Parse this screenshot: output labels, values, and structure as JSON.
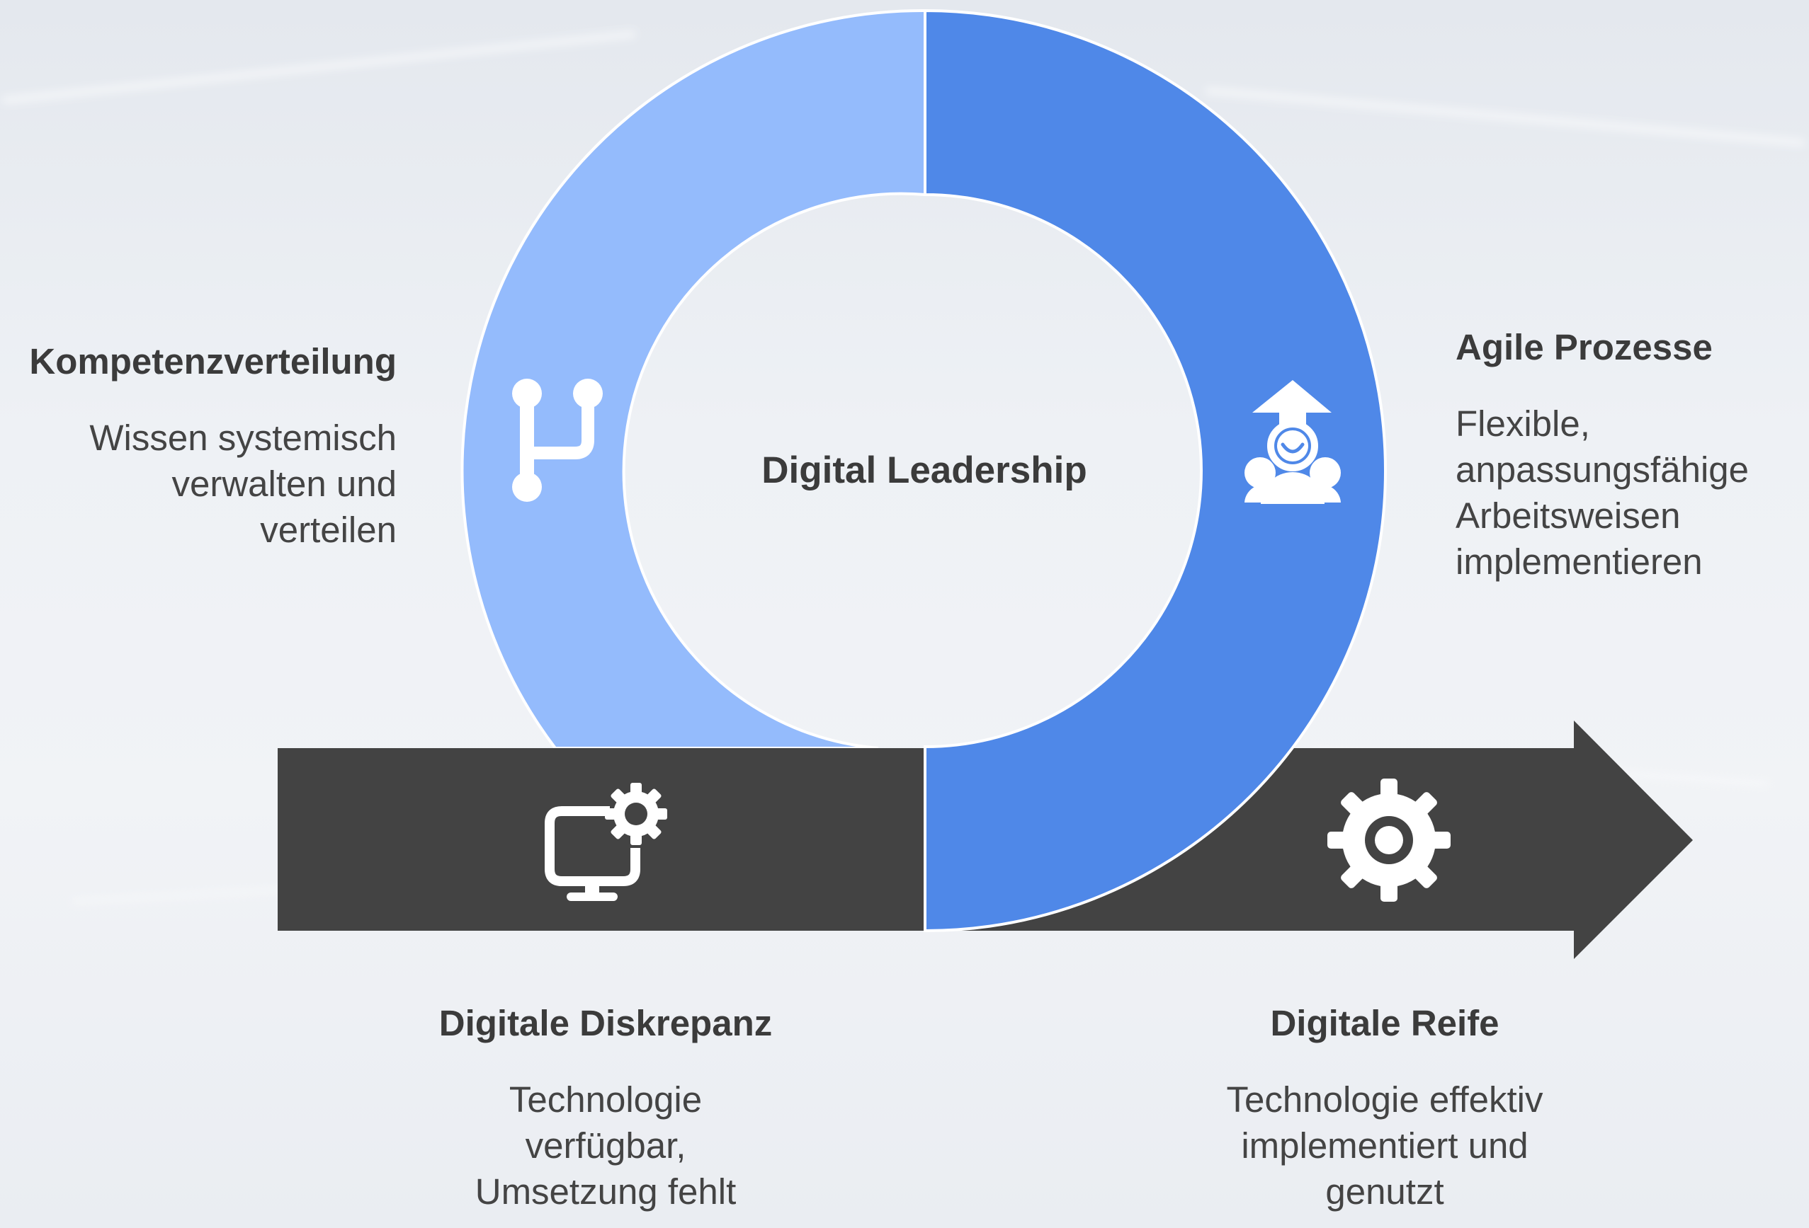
{
  "center": {
    "title": "Digital Leadership"
  },
  "segments": [
    {
      "title": "Kompetenzverteilung",
      "description": "Wissen systemisch\nverwalten und\nverteilen",
      "icon": "branch-icon",
      "color": "#94bbfc"
    },
    {
      "title": "Agile Prozesse",
      "description": "Flexible,\nanpassungsfähige\nArbeitsweisen\nimplementieren",
      "icon": "team-growth-icon",
      "color": "#4f88e8"
    },
    {
      "title": "Digitale Diskrepanz",
      "description": "Technologie\nverfügbar,\nUmsetzung fehlt",
      "icon": "computer-settings-icon",
      "color": "#434343"
    },
    {
      "title": "Digitale Reife",
      "description": "Technologie effektiv\nimplementiert und\ngenutzt",
      "icon": "gear-icon",
      "color": "#434343"
    }
  ]
}
